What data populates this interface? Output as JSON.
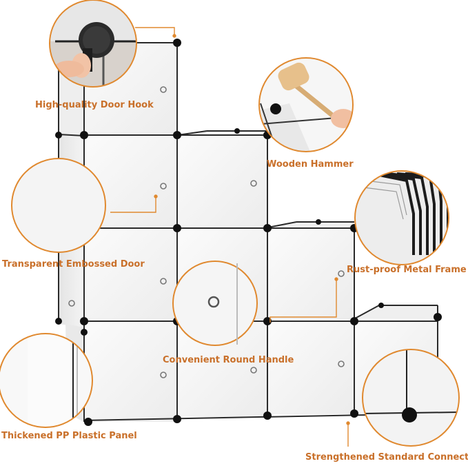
{
  "labels": {
    "door_hook": "High-quality Door Hook",
    "hammer": "Wooden Hammer",
    "door": "Transparent Embossed Door",
    "frame": "Rust-proof Metal Frame",
    "handle": "Convenient Round Handle",
    "panel": "Thickened PP Plastic Panel",
    "connector": "Strengthened Standard Connector"
  },
  "colors": {
    "label_text": "#c9702a",
    "callout_line": "#e0892f",
    "panel_fill": "#f6f6f6",
    "frame_line": "#1e1e1e",
    "background": "#ffffff"
  }
}
